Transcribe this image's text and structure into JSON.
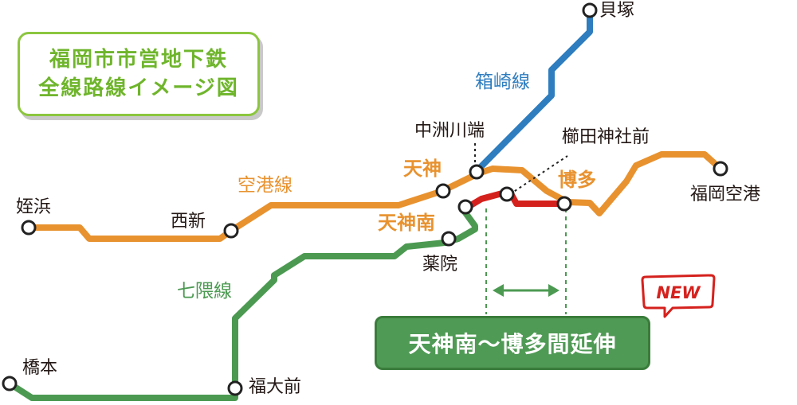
{
  "title": {
    "line1": "福岡市市営地下鉄",
    "line2": "全線路線イメージ図"
  },
  "colors": {
    "kuko": "#e8922f",
    "hakozaki": "#2e7dbf",
    "nanakuma": "#4c9a52",
    "extension": "#d5211d",
    "title_green": "#6fb52c",
    "badge_red": "#d5211d"
  },
  "lines": {
    "kuko": "空港線",
    "hakozaki": "箱崎線",
    "nanakuma": "七隈線"
  },
  "stations": {
    "meinohama": "姪浜",
    "nishijin": "西新",
    "tenjin": "天神",
    "nakasu_kawabata": "中洲川端",
    "hakata": "博多",
    "fukuoka_kuko": "福岡空港",
    "kaizuka": "貝塚",
    "kushida_jinja_mae": "櫛田神社前",
    "tenjin_minami": "天神南",
    "yakuin": "薬院",
    "fukudai_mae": "福大前",
    "hashimoto": "橋本"
  },
  "extension_label": "天神南～博多間延伸",
  "badge": "NEW"
}
